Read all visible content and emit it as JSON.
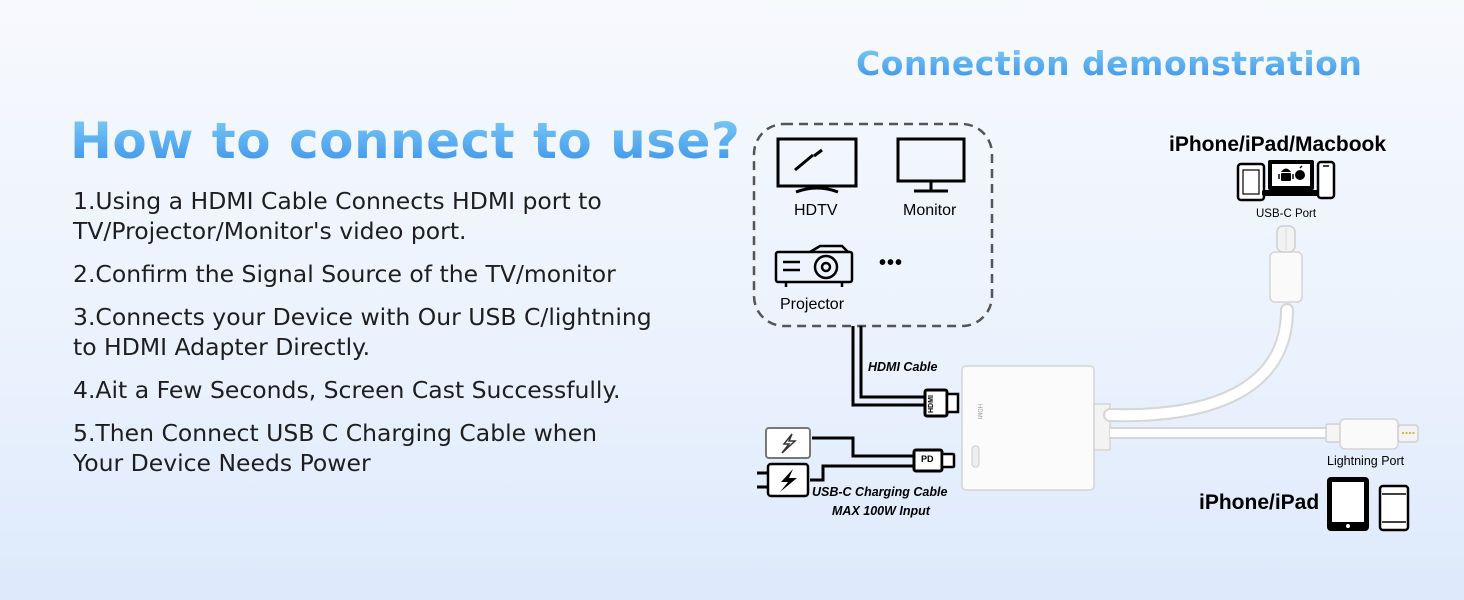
{
  "main_title": "How to connect to use?",
  "steps": [
    "1.Using a HDMI Cable Connects HDMI port to\nTV/Projector/Monitor's video port.",
    "2.Confirm the Signal Source of the TV/monitor",
    "3.Connects your Device with Our USB C/lightning\nto HDMI Adapter Directly.",
    "4.Ait a Few Seconds, Screen Cast Successfully.",
    "5.Then Connect USB C Charging Cable when\nYour Device Needs Power"
  ],
  "diagram": {
    "title": "Connection demonstration",
    "displays": {
      "hdtv": "HDTV",
      "monitor": "Monitor",
      "projector": "Projector",
      "more": "•••"
    },
    "hdmi_cable_label": "HDMI Cable",
    "hdmi_plug_text": "HDMI",
    "adapter_port_text": "HDMI",
    "pd_label": "PD",
    "charging_cable_label": "USB-C Charging Cable",
    "charging_input_label": "MAX 100W Input",
    "top_device_title": "iPhone/iPad/Macbook",
    "usbc_port_label": "USB-C Port",
    "lightning_port_label": "Lightning Port",
    "bottom_device_title": "iPhone/iPad"
  }
}
